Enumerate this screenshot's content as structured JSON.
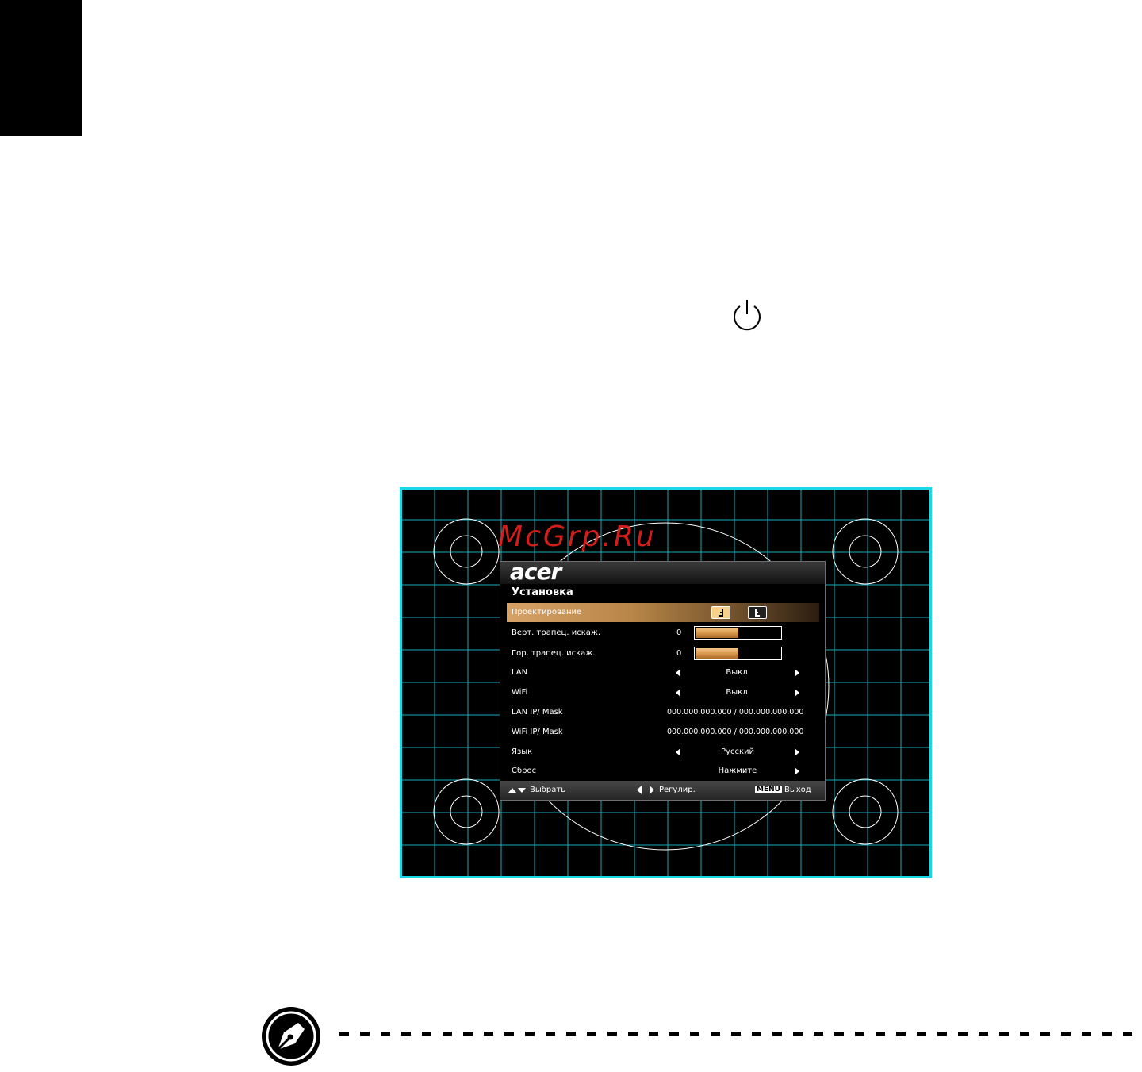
{
  "watermark": "McGrp.Ru",
  "osd": {
    "logo": "acer",
    "title": "Установка",
    "rows": [
      {
        "label": "Проектирование"
      },
      {
        "label": "Верт. трапец. искаж.",
        "value": "0",
        "level": 0.5
      },
      {
        "label": "Гор. трапец. искаж.",
        "value": "0",
        "level": 0.5
      },
      {
        "label": "LAN",
        "value": "Выкл"
      },
      {
        "label": "WiFi",
        "value": "Выкл"
      },
      {
        "label": "LAN IP/ Mask",
        "value": "000.000.000.000  /  000.000.000.000"
      },
      {
        "label": "WiFi IP/ Mask",
        "value": "000.000.000.000  /  000.000.000.000"
      },
      {
        "label": "Язык",
        "value": "Русский"
      },
      {
        "label": "Сброс",
        "value": "Нажмите"
      }
    ],
    "footer": {
      "select": "Выбрать",
      "adjust": "Регулир.",
      "menu_key": "MENU",
      "exit": "Выход"
    }
  },
  "colors": {
    "grid": "#19d8e6",
    "highlight": "#c8924f",
    "watermark": "#e8221e"
  }
}
